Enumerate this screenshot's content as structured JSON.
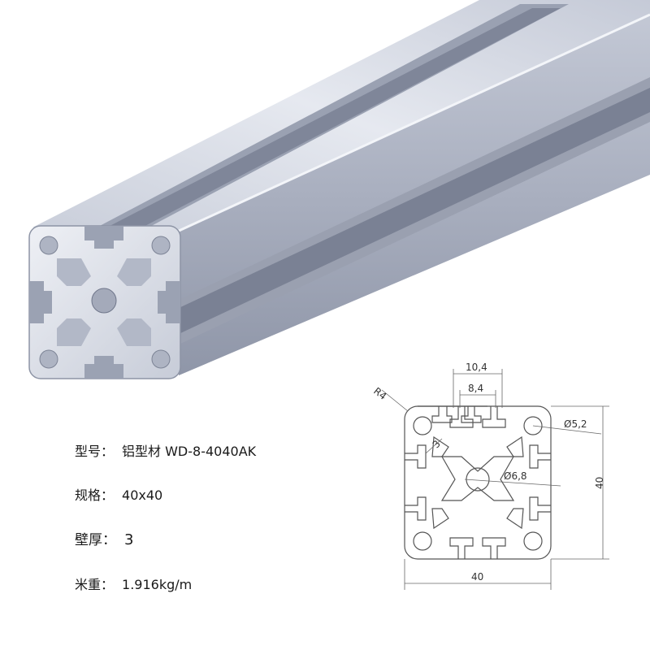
{
  "specs": [
    {
      "label": "型号：",
      "value": "铝型材 WD-8-4040AK"
    },
    {
      "label": "规格：",
      "value": "40x40"
    },
    {
      "label": "壁厚：",
      "value": "3"
    },
    {
      "label": "米重：",
      "value": "1.916kg/m"
    }
  ],
  "drawing": {
    "radius_label": "R4",
    "slot_outer_width": "10,4",
    "slot_inner_width": "8,4",
    "wall_thickness": "3",
    "corner_hole_diameter": "Ø5,2",
    "center_hole_diameter": "Ø6,8",
    "height": "40",
    "width": "40"
  },
  "colors": {
    "aluminum_light": "#dfe3ec",
    "aluminum_mid": "#b9bfcd",
    "aluminum_dark": "#8e95a6",
    "line": "#555555"
  }
}
